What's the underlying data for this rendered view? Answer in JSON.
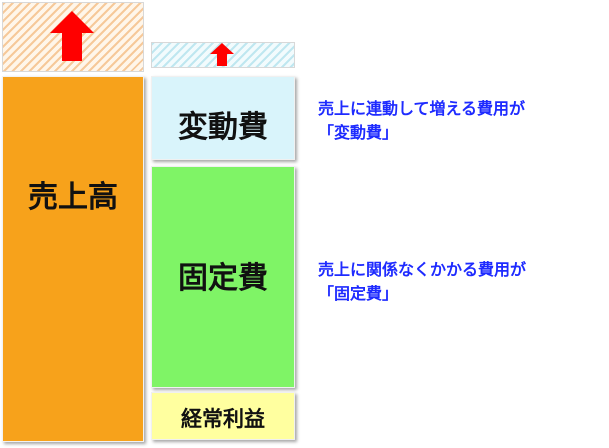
{
  "colors": {
    "sales": "#f7a21b",
    "variable_cost": "#d9f4fb",
    "fixed_cost": "#7ff466",
    "profit": "#ffff9f",
    "arrow": "#ff0000",
    "note_text": "#1e2bff"
  },
  "icons": {
    "sales_increase": "arrow-up-icon",
    "variable_increase": "arrow-up-icon"
  },
  "blocks": {
    "sales": "売上高",
    "variable_cost": "変動費",
    "fixed_cost": "固定費",
    "profit": "経常利益"
  },
  "notes": {
    "variable": {
      "line1": "売上に連動して増える費用が",
      "line2": "「変動費」"
    },
    "fixed": {
      "line1": "売上に関係なくかかる費用が",
      "line2": "「固定費」"
    }
  }
}
